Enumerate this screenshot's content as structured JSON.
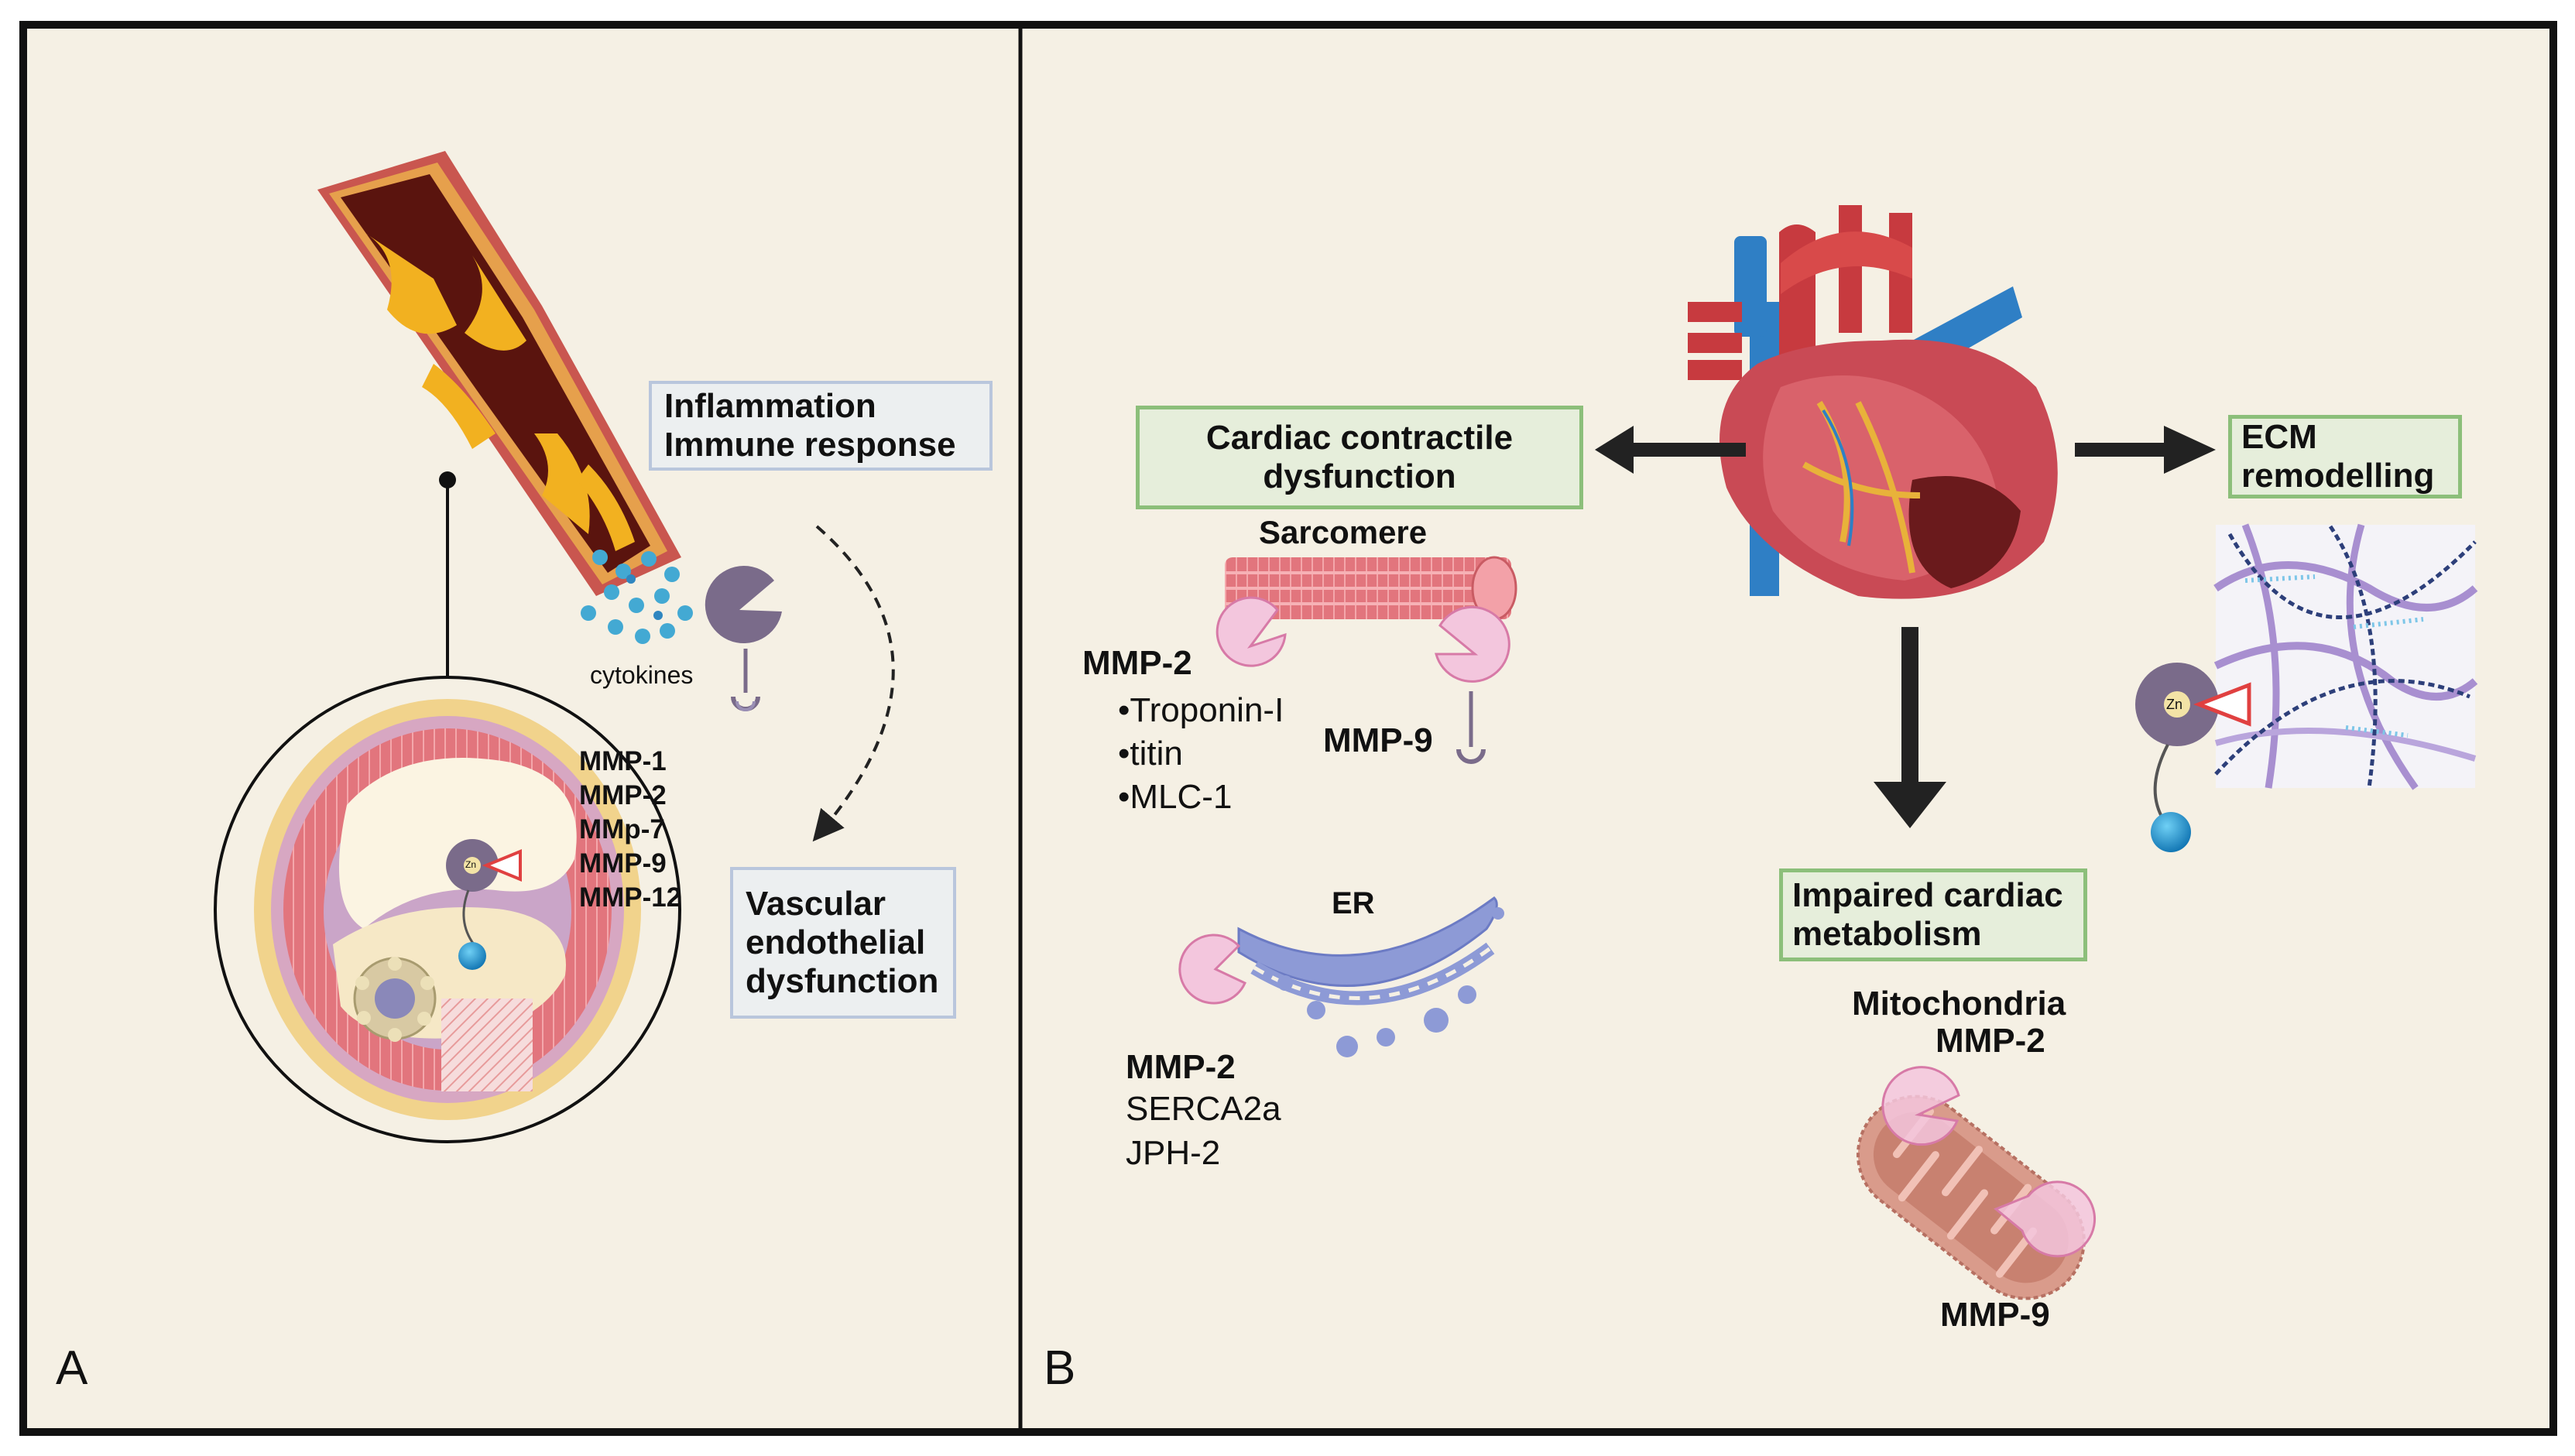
{
  "panel_a": {
    "letter": "A",
    "inflammation_box": [
      "Inflammation",
      "Immune response"
    ],
    "cytokines_label": "cytokines",
    "mmp_list": [
      "MMP-1",
      "MMP-2",
      "MMp-7",
      "MMP-9",
      "MMP-12"
    ],
    "vascular_box": [
      "Vascular",
      "endothelial",
      "dysfunction"
    ],
    "zn_label": "Zn"
  },
  "panel_b": {
    "letter": "B",
    "contractile_box": [
      "Cardiac contractile",
      "dysfunction"
    ],
    "sarcomere_label": "Sarcomere",
    "sarcomere_mmp2": "MMP-2",
    "sarcomere_targets": [
      "•Troponin-I",
      "•titin",
      "•MLC-1"
    ],
    "sarcomere_mmp9": "MMP-9",
    "er_label": "ER",
    "er_mmp2": "MMP-2",
    "er_targets": [
      "SERCA2a",
      "JPH-2"
    ],
    "ecm_box": [
      "ECM",
      "remodelling"
    ],
    "zn_label": "Zn",
    "metabolism_box": [
      "Impaired cardiac",
      "metabolism"
    ],
    "mito_label": "Mitochondria",
    "mito_mmp2": "MMP-2",
    "mito_mmp9": "MMP-9"
  },
  "colors": {
    "background": "#f5f0e4",
    "frame": "#111111",
    "blue_box_border": "#b9c6dc",
    "green_box_border": "#8cbf7a",
    "mmp_enzyme": "#7a6b8a",
    "mmp_pink": "#f3c6dd",
    "sarcomere": "#e2757d",
    "er": "#8d9ad6",
    "mitochondria": "#d99b8b",
    "cytokine": "#43a9d3"
  }
}
